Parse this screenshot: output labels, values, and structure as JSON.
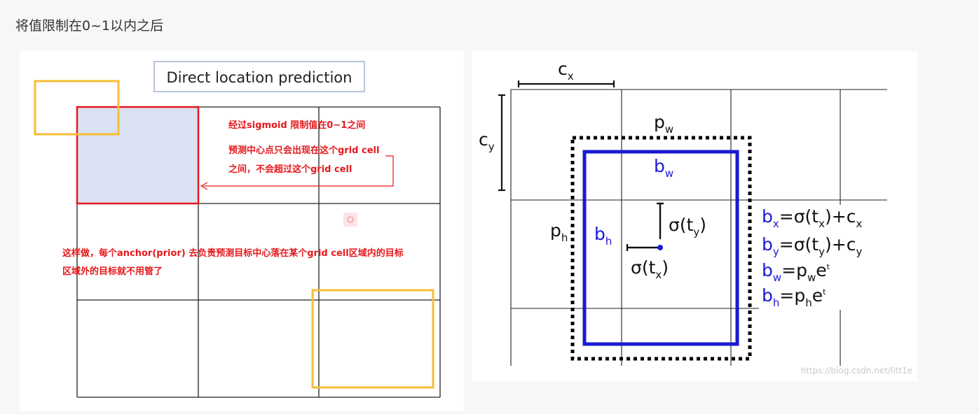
{
  "heading": "将值限制在0~1以内之后",
  "left": {
    "title": "Direct location prediction",
    "note1": "经过sigmoid 限制值在0~1之间",
    "note2_line1": "预测中心点只会出现在这个grid cell",
    "note2_line2": "之间，不会超过这个grid cell",
    "note3_line1": "这样做，每个anchor(prior) 去负责预测目标中心落在某个grid cell区域内的目标",
    "note3_line2": "区域外的目标就不用管了",
    "colors": {
      "grid": "#222222",
      "red": "#e5191c",
      "orange": "#f7bd36",
      "fill": "#d9e1f2"
    }
  },
  "right": {
    "labels": {
      "cx": "c",
      "cx_sub": "x",
      "cy": "c",
      "cy_sub": "y",
      "pw": "p",
      "pw_sub": "w",
      "ph": "p",
      "ph_sub": "h",
      "bw": "b",
      "bw_sub": "w",
      "bh": "b",
      "bh_sub": "h",
      "sig_ty": "σ(t",
      "sig_ty_sub": "y",
      "close": ")",
      "sig_tx": "σ(t",
      "sig_tx_sub": "x"
    },
    "equations": {
      "bx_b": "b",
      "bx_sub": "x",
      "bx_rhs1": "=σ(t",
      "bx_rhs_sub": "x",
      "bx_rhs2": ")+c",
      "bx_rhs_sub2": "x",
      "by_b": "b",
      "by_sub": "y",
      "by_rhs1": "=σ(t",
      "by_rhs_sub": "y",
      "by_rhs2": ")+c",
      "by_rhs_sub2": "y",
      "bw_b": "b",
      "bw_sub": "w",
      "bw_rhs1": "=p",
      "bw_rhs_sub": "w",
      "bw_rhs2": "e",
      "bw_sup": "t",
      "bh_b": "b",
      "bh_sub": "h",
      "bh_rhs1": "=p",
      "bh_rhs_sub": "h",
      "bh_rhs2": "e",
      "bh_sup": "t"
    },
    "watermark": "https://blog.csdn.net/litt1e",
    "colors": {
      "blue": "#1a1ad2",
      "grid": "#222222"
    }
  }
}
